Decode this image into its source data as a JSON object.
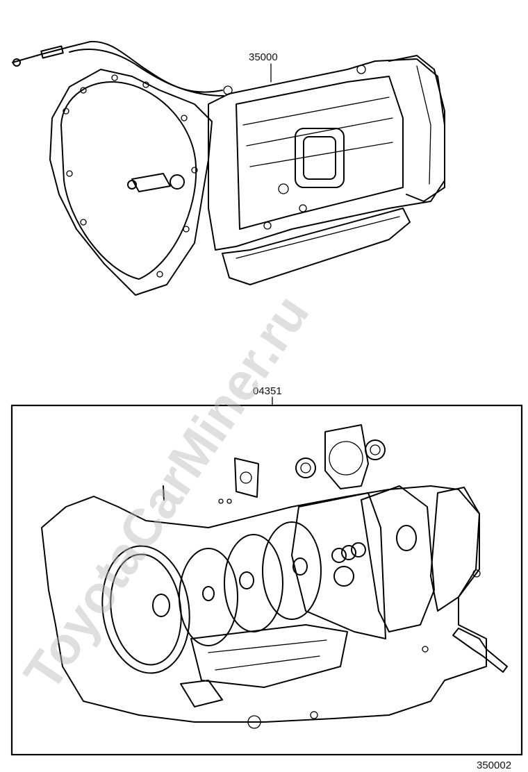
{
  "diagram": {
    "part_numbers": {
      "transmission_assembly": "35000",
      "overhaul_gasket_kit": "04351",
      "figure_code": "350002"
    },
    "watermark": "ToyotaCarMiner.ru"
  },
  "colors": {
    "line": "#000000",
    "background": "#ffffff",
    "watermark": "#b9b9b9"
  }
}
